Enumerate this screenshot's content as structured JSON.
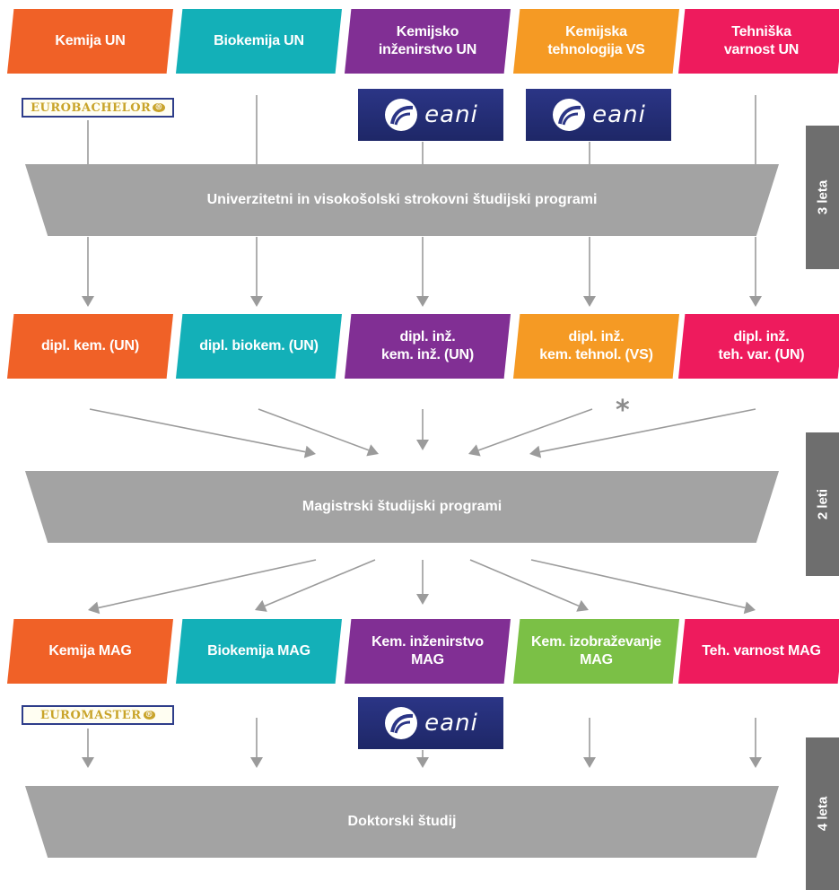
{
  "colors": {
    "chemistry": "#f06127",
    "biochemistry": "#13b0b8",
    "chem_engineering": "#812f94",
    "chem_technology": "#f59a24",
    "safety": "#ee1b5d",
    "education": "#7bc046",
    "band": "#a3a3a3",
    "side": "#6e6e6e",
    "arrow": "#9b9b9b"
  },
  "undergraduate": [
    {
      "label": "Kemija UN",
      "color": "chemistry"
    },
    {
      "label": "Biokemija UN",
      "color": "biochemistry"
    },
    {
      "label": "Kemijsko\ninženirstvo UN",
      "color": "chem_engineering"
    },
    {
      "label": "Kemijska\ntehnologija VS",
      "color": "chem_technology"
    },
    {
      "label": "Tehniška\nvarnost UN",
      "color": "safety"
    }
  ],
  "degrees": [
    {
      "label": "dipl. kem. (UN)",
      "color": "chemistry"
    },
    {
      "label": "dipl. biokem. (UN)",
      "color": "biochemistry"
    },
    {
      "label": "dipl. inž.\nkem. inž. (UN)",
      "color": "chem_engineering"
    },
    {
      "label": "dipl. inž.\nkem. tehnol. (VS)",
      "color": "chem_technology"
    },
    {
      "label": "dipl. inž.\nteh. var. (UN)",
      "color": "safety"
    }
  ],
  "masters": [
    {
      "label": "Kemija MAG",
      "color": "chemistry"
    },
    {
      "label": "Biokemija MAG",
      "color": "biochemistry"
    },
    {
      "label": "Kem. inženirstvo\nMAG",
      "color": "chem_engineering"
    },
    {
      "label": "Kem. izobraževanje\nMAG",
      "color": "education"
    },
    {
      "label": "Teh. varnost MAG",
      "color": "safety"
    }
  ],
  "bands": {
    "undergraduate": "Univerzitetni in visokošolski strokovni študijski programi",
    "masters": "Magistrski študijski programi",
    "doctoral": "Doktorski študij"
  },
  "durations": {
    "undergraduate": "3 leta",
    "masters": "2 leti",
    "doctoral": "4 leta"
  },
  "accreditation": {
    "eurobachelor": "Eurobachelor",
    "euromaster": "Euromaster",
    "registered_mark": "®",
    "feani": "eani"
  },
  "footnote_marker": "*"
}
